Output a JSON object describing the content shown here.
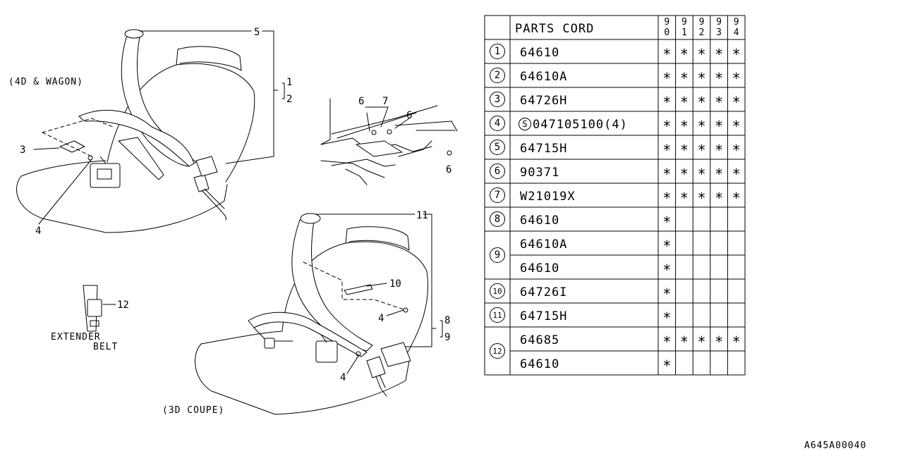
{
  "captions": {
    "sedan_wagon": "(4D & WAGON)",
    "coupe": "(3D COUPE)",
    "extender_line1": "EXTENDER",
    "extender_line2": "BELT",
    "drawing_code": "A645A00040"
  },
  "callouts": {
    "c1": "1",
    "c2": "2",
    "c3": "3",
    "c4a": "4",
    "c4b": "4",
    "c5": "5",
    "c6a": "6",
    "c6b": "6",
    "c6c": "6",
    "c7": "7",
    "c8": "8",
    "c9": "9",
    "c10": "10",
    "c11": "11",
    "c12": "12"
  },
  "table": {
    "header": "PARTS CORD",
    "years": [
      [
        "9",
        "0"
      ],
      [
        "9",
        "1"
      ],
      [
        "9",
        "2"
      ],
      [
        "9",
        "3"
      ],
      [
        "9",
        "4"
      ]
    ],
    "mark": "*",
    "supersession_prefix": "S",
    "groups": [
      {
        "ref": "1",
        "rows": [
          {
            "part": "64610",
            "marks": [
              true,
              true,
              true,
              true,
              true
            ]
          }
        ]
      },
      {
        "ref": "2",
        "rows": [
          {
            "part": "64610A",
            "marks": [
              true,
              true,
              true,
              true,
              true
            ]
          }
        ]
      },
      {
        "ref": "3",
        "rows": [
          {
            "part": "64726H",
            "marks": [
              true,
              true,
              true,
              true,
              true
            ]
          }
        ]
      },
      {
        "ref": "4",
        "rows": [
          {
            "part": "047105100(4)",
            "marks": [
              true,
              true,
              true,
              true,
              true
            ],
            "prefixed": true
          }
        ]
      },
      {
        "ref": "5",
        "rows": [
          {
            "part": "64715H",
            "marks": [
              true,
              true,
              true,
              true,
              true
            ]
          }
        ]
      },
      {
        "ref": "6",
        "rows": [
          {
            "part": "90371",
            "marks": [
              true,
              true,
              true,
              true,
              true
            ]
          }
        ]
      },
      {
        "ref": "7",
        "rows": [
          {
            "part": "W21019X",
            "marks": [
              true,
              true,
              true,
              true,
              true
            ]
          }
        ]
      },
      {
        "ref": "8",
        "rows": [
          {
            "part": "64610",
            "marks": [
              true,
              false,
              false,
              false,
              false
            ]
          }
        ]
      },
      {
        "ref": "9",
        "rows": [
          {
            "part": "64610A",
            "marks": [
              true,
              false,
              false,
              false,
              false
            ]
          },
          {
            "part": "64610",
            "marks": [
              true,
              false,
              false,
              false,
              false
            ]
          }
        ]
      },
      {
        "ref": "10",
        "rows": [
          {
            "part": "64726I",
            "marks": [
              true,
              false,
              false,
              false,
              false
            ]
          }
        ]
      },
      {
        "ref": "11",
        "rows": [
          {
            "part": "64715H",
            "marks": [
              true,
              false,
              false,
              false,
              false
            ]
          }
        ]
      },
      {
        "ref": "12",
        "rows": [
          {
            "part": "64685",
            "marks": [
              true,
              true,
              true,
              true,
              true
            ]
          },
          {
            "part": "64610",
            "marks": [
              true,
              false,
              false,
              false,
              false
            ]
          }
        ]
      }
    ]
  }
}
